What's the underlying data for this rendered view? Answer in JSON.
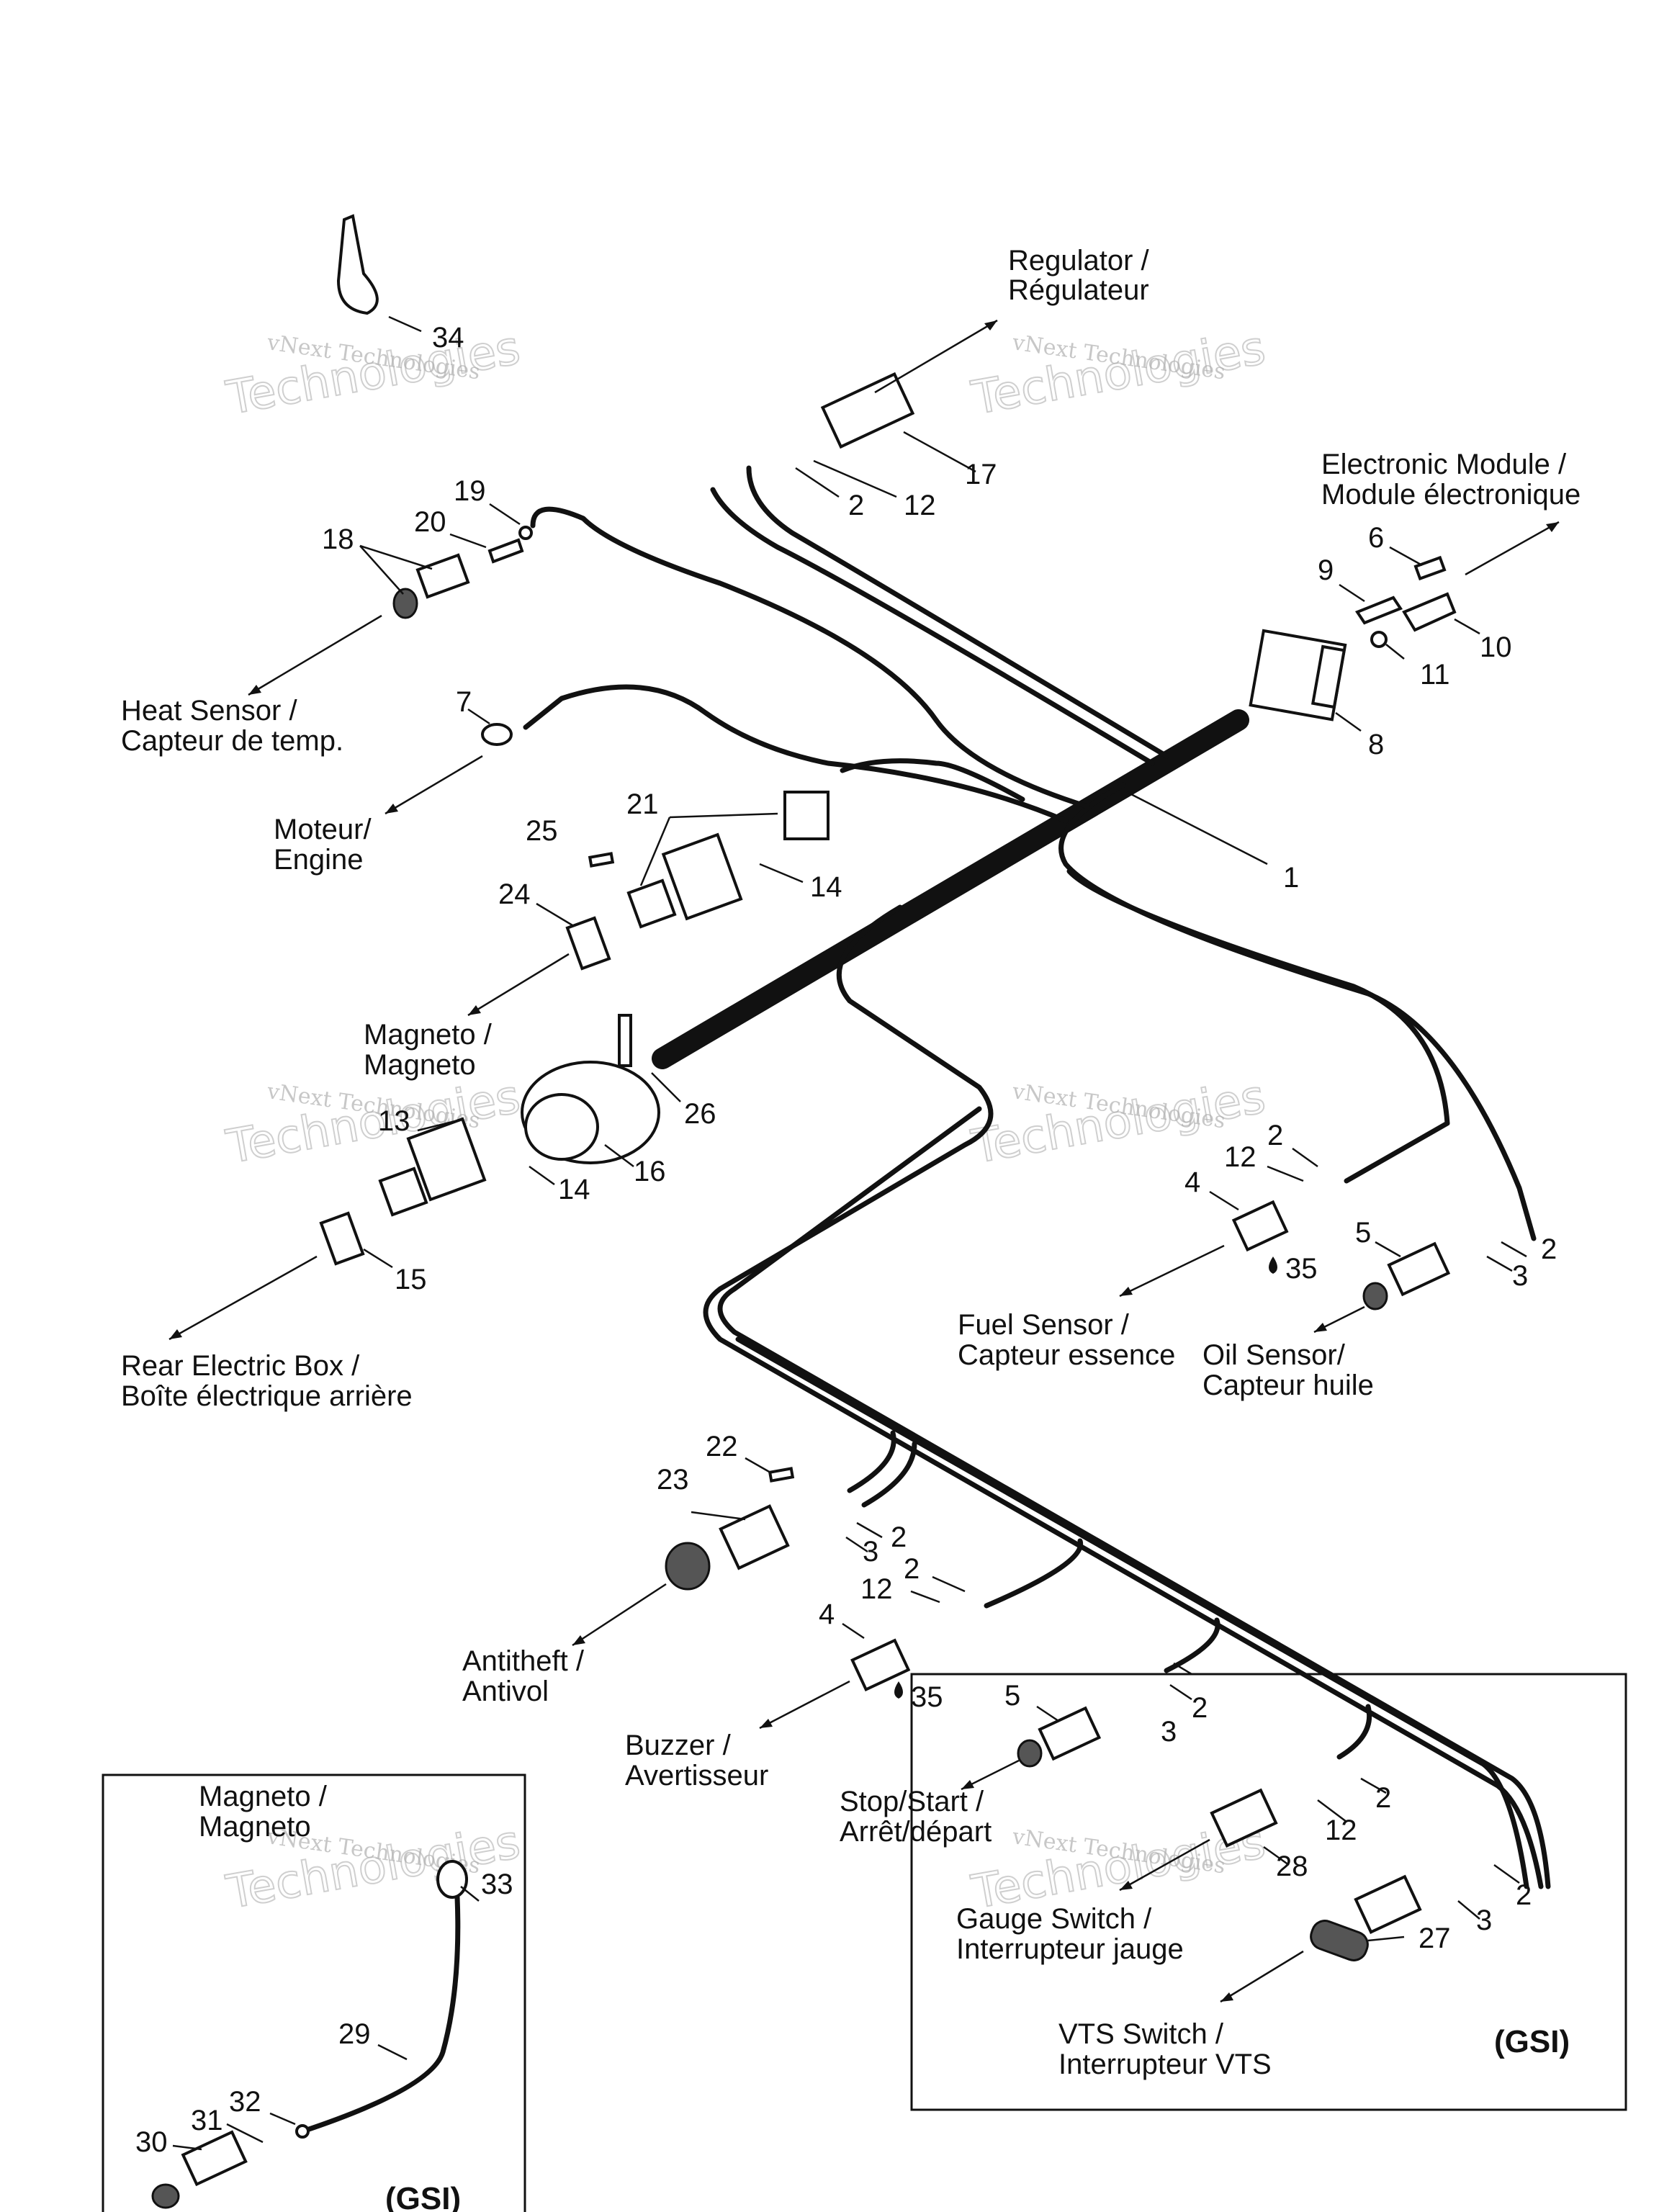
{
  "destinations": {
    "regulator": [
      "Regulator /",
      "Régulateur"
    ],
    "electronic_module": [
      "Electronic Module /",
      "Module électronique"
    ],
    "heat_sensor": [
      "Heat Sensor /",
      "Capteur de temp."
    ],
    "engine": [
      "Moteur/",
      "Engine"
    ],
    "magneto": [
      "Magneto /",
      "Magneto"
    ],
    "rear_electric_box": [
      "Rear Electric Box /",
      "Boîte électrique arrière"
    ],
    "fuel_sensor": [
      "Fuel Sensor /",
      "Capteur essence"
    ],
    "oil_sensor": [
      "Oil Sensor/",
      "Capteur huile"
    ],
    "antitheft": [
      "Antitheft /",
      "Antivol"
    ],
    "buzzer": [
      "Buzzer /",
      "Avertisseur"
    ],
    "stop_start": [
      "Stop/Start /",
      "Arrêt/départ"
    ],
    "gauge_switch": [
      "Gauge Switch /",
      "Interrupteur jauge"
    ],
    "vts_switch": [
      "VTS Switch /",
      "Interrupteur VTS"
    ],
    "inset_magneto": [
      "Magneto /",
      "Magneto"
    ]
  },
  "part_numbers": {
    "p1": "1",
    "p2a": "2",
    "p2b": "2",
    "p2c": "2",
    "p2d": "2",
    "p2e": "2",
    "p2f": "2",
    "p2g": "2",
    "p2h": "2",
    "p3a": "3",
    "p3b": "3",
    "p3c": "3",
    "p3d": "3",
    "p4a": "4",
    "p4b": "4",
    "p5a": "5",
    "p5b": "5",
    "p6": "6",
    "p7": "7",
    "p8": "8",
    "p9": "9",
    "p10": "10",
    "p11": "11",
    "p12a": "12",
    "p12b": "12",
    "p12c": "12",
    "p12d": "12",
    "p13": "13",
    "p14a": "14",
    "p14b": "14",
    "p15": "15",
    "p16": "16",
    "p17": "17",
    "p18": "18",
    "p19": "19",
    "p20": "20",
    "p21": "21",
    "p22": "22",
    "p23": "23",
    "p24": "24",
    "p25": "25",
    "p26": "26",
    "p27": "27",
    "p28": "28",
    "p29": "29",
    "p30": "30",
    "p31": "31",
    "p32": "32",
    "p33": "33",
    "p34": "34",
    "p35a": "35",
    "p35b": "35"
  },
  "variant_tags": {
    "main_box": "(GSI)",
    "inset_box": "(GSI)"
  },
  "watermark": {
    "line1": "vNext Technologies",
    "line2": "Technologies"
  }
}
